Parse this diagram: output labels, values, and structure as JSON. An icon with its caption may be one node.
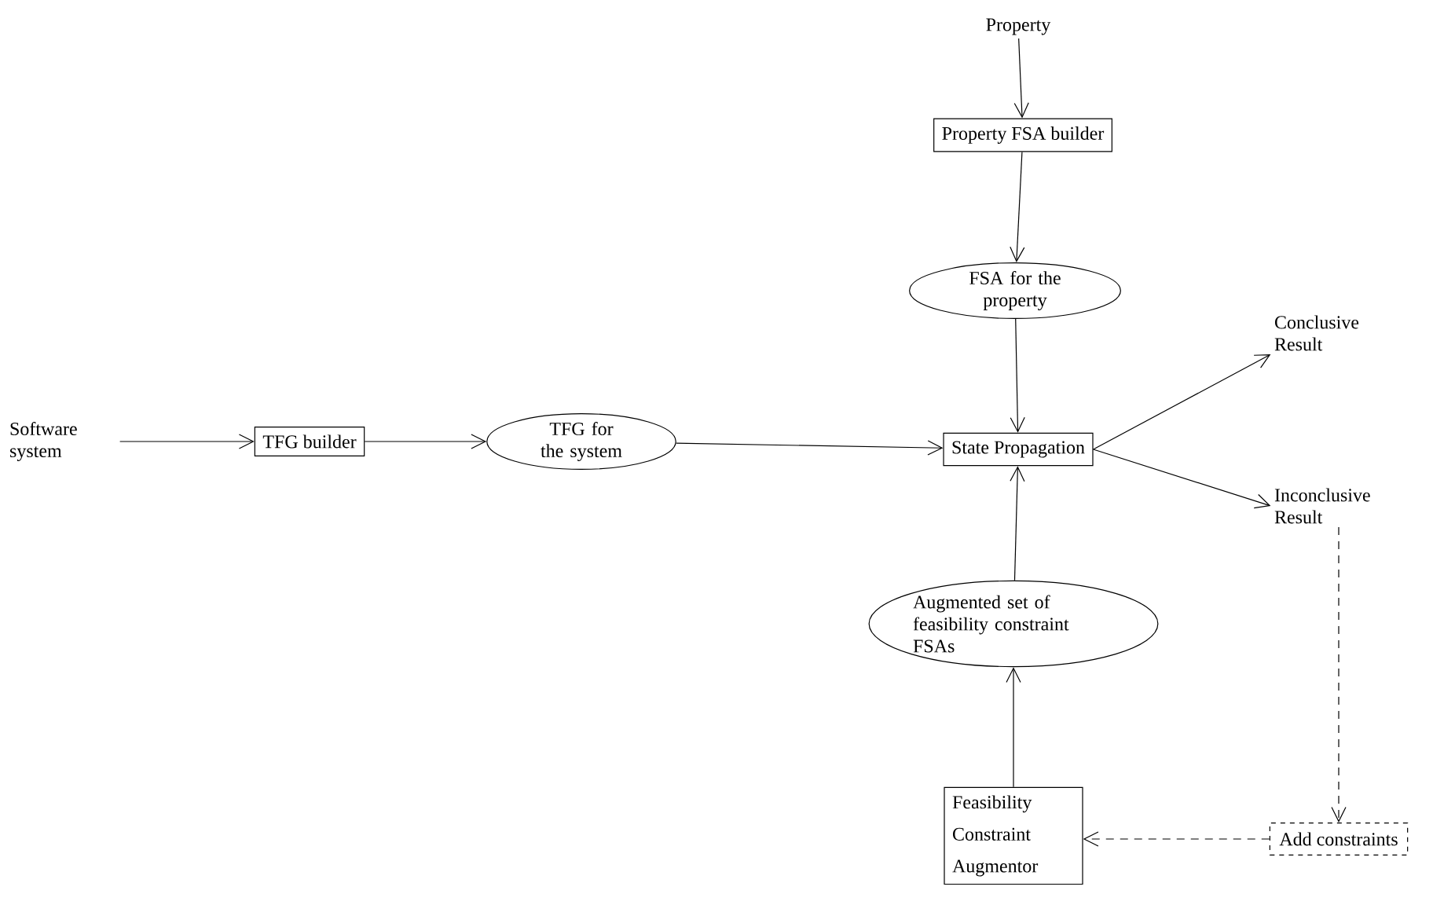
{
  "diagram": {
    "nodes": [
      {
        "text": [
          "Property"
        ]
      },
      {
        "text": [
          "Property FSA builder"
        ]
      },
      {
        "text": [
          "FSA for the property"
        ]
      },
      {
        "text": [
          "Software system"
        ]
      },
      {
        "text": [
          "TFG builder"
        ]
      },
      {
        "text": [
          "TFG for the system"
        ]
      },
      {
        "text": [
          "State Propagation"
        ]
      },
      {
        "text": [
          "Conclusive Result"
        ]
      },
      {
        "text": [
          "Inconclusive Result"
        ]
      },
      {
        "text": [
          "Augmented set of feasibility constraint FSAs"
        ]
      },
      {
        "text": [
          "Feasibility Constraint Augmentor"
        ]
      },
      {
        "text": [
          "Add constraints"
        ]
      }
    ],
    "edges": [
      {
        "from": 0,
        "to": 1,
        "arrow": "to"
      },
      {
        "from": 1,
        "to": 2,
        "arrow": "to"
      },
      {
        "from": 2,
        "to": 6,
        "arrow": "to"
      },
      {
        "from": 3,
        "to": 4,
        "arrow": "to"
      },
      {
        "from": 4,
        "to": 5,
        "arrow": "to"
      },
      {
        "from": 5,
        "to": 6,
        "arrow": "to"
      },
      {
        "from": 6,
        "to": 7,
        "arrow": "to"
      },
      {
        "from": 6,
        "to": 8,
        "arrow": "to"
      },
      {
        "from": 9,
        "to": 6,
        "arrow": "to"
      },
      {
        "from": 10,
        "to": 9,
        "arrow": "to"
      },
      {
        "from": 8,
        "to": 11,
        "arrow": "to",
        "style": "dashed"
      },
      {
        "from": 11,
        "to": 10,
        "arrow": "to",
        "style": "dashed"
      }
    ]
  }
}
